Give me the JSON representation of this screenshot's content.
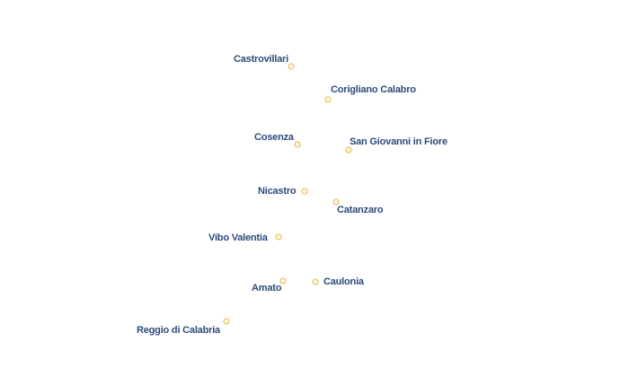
{
  "map": {
    "marker_color": "#e8b64a",
    "label_color": "#2d4a7a",
    "cities": [
      {
        "name": "Castrovillari"
      },
      {
        "name": "Corigliano Calabro"
      },
      {
        "name": "Cosenza"
      },
      {
        "name": "San Giovanni in Fiore"
      },
      {
        "name": "Nicastro"
      },
      {
        "name": "Catanzaro"
      },
      {
        "name": "Vibo Valentia"
      },
      {
        "name": "Amato"
      },
      {
        "name": "Caulonia"
      },
      {
        "name": "Reggio di Calabria"
      }
    ]
  }
}
